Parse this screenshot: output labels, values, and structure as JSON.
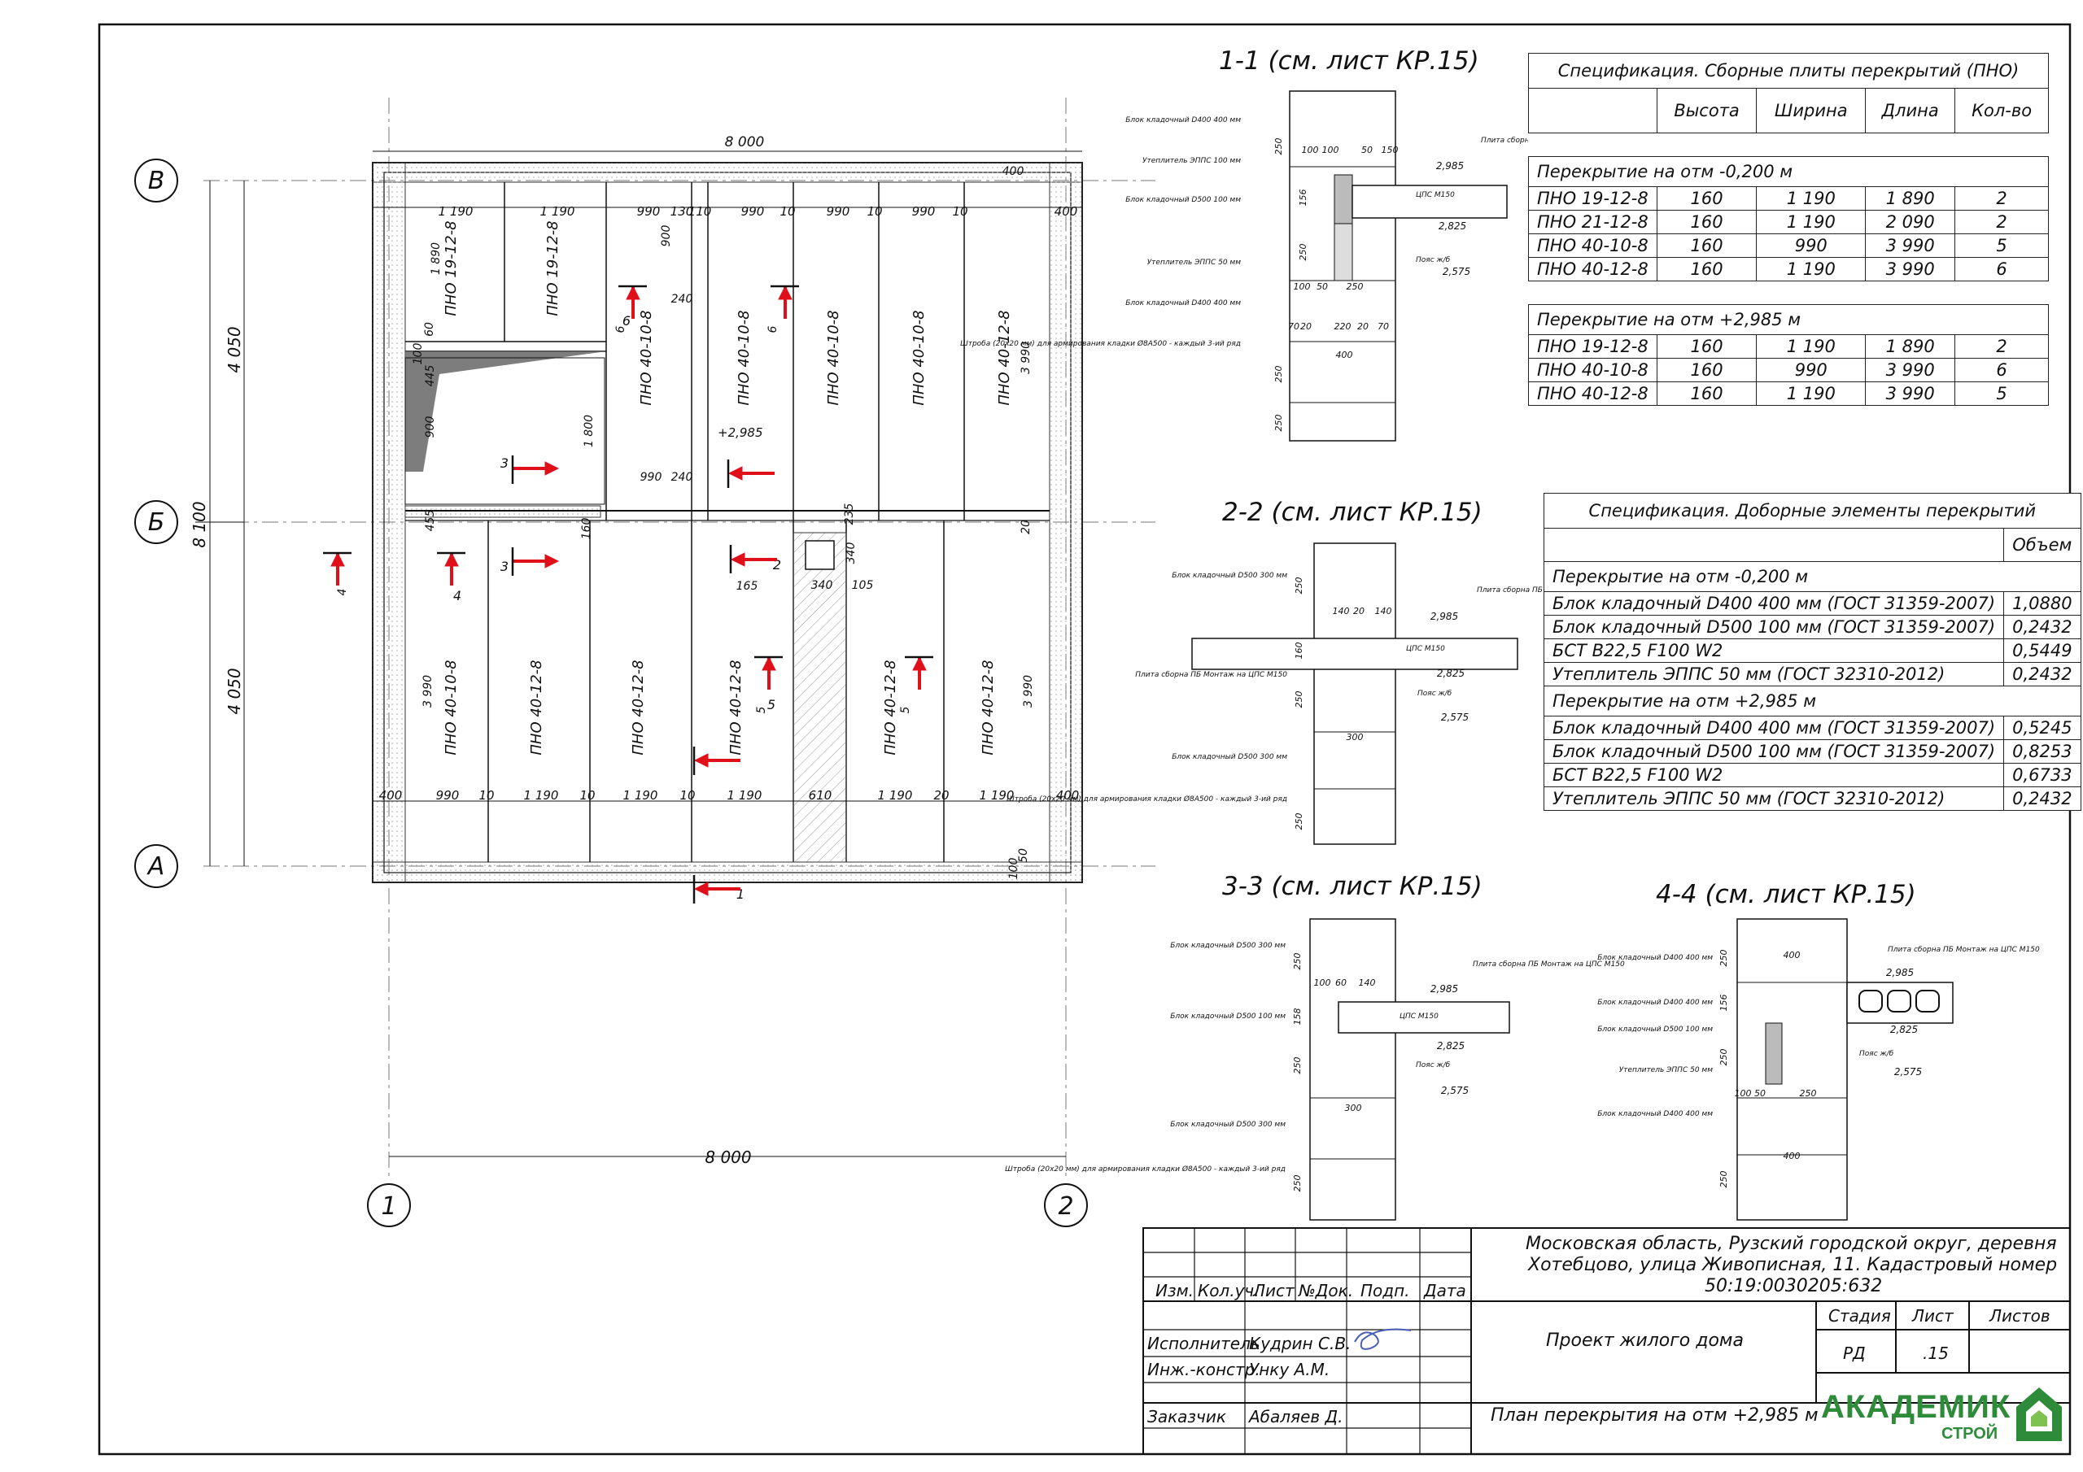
{
  "plan": {
    "top_dim": "8 000",
    "bottom_dim": "8 000",
    "left_dim_total": "8 100",
    "left_dim_top": "4 050",
    "left_dim_bottom": "4 050",
    "axes_rows": [
      "В",
      "Б",
      "А"
    ],
    "axes_cols": [
      "1",
      "2"
    ],
    "top_row_dims": [
      "1 190",
      "1 190",
      "990",
      "130",
      "110",
      "990",
      "10",
      "990",
      "10",
      "990",
      "10",
      "400"
    ],
    "bottom_row_dims": [
      "400",
      "990",
      "10",
      "1 190",
      "10",
      "1 190",
      "10",
      "1 190",
      "610",
      "1 190",
      "20",
      "1 190",
      "400"
    ],
    "top_slabs": [
      "ПНО 19-12-8",
      "ПНО 19-12-8",
      "ПНО 40-10-8",
      "ПНО 40-10-8",
      "ПНО 40-10-8",
      "ПНО 40-10-8",
      "ПНО 40-12-8"
    ],
    "bottom_slabs": [
      "ПНО 40-10-8",
      "ПНО 40-12-8",
      "ПНО 40-12-8",
      "ПНО 40-12-8",
      "ПНО 40-12-8",
      "ПНО 40-12-8"
    ],
    "misc_dims": [
      "1 890",
      "3 990",
      "3 990",
      "3 990",
      "900",
      "240",
      "1 800",
      "990",
      "240",
      "60",
      "445",
      "455",
      "900",
      "100",
      "235",
      "340",
      "165",
      "340",
      "105",
      "160",
      "20",
      "100",
      "50",
      "400",
      "4",
      "6",
      "6",
      "5",
      "5"
    ],
    "level_mark": "+2,985",
    "section_marks": [
      "1",
      "2",
      "3",
      "4",
      "5",
      "6"
    ]
  },
  "sections": {
    "s11": {
      "title": "1-1 (см. лист КР.15)",
      "labels": [
        "Блок кладочный D400 400 мм",
        "Утеплитель ЭППС 100 мм",
        "Блок кладочный D500 100 мм",
        "Утеплитель ЭППС 50 мм",
        "Блок кладочный D400 400 мм",
        "Штроба (20х20 мм) для армирования кладки Ø8А500 - каждый 3-ий ряд",
        "Плита сборна ПБ Монтаж на ЦПС М150",
        "ЦПС М150",
        "Пояс ж/б"
      ],
      "dims": [
        "250",
        "100",
        "100",
        "50",
        "150",
        "156",
        "250",
        "100",
        "50",
        "250",
        "70",
        "20",
        "220",
        "20",
        "70",
        "400",
        "250",
        "250"
      ],
      "marks": [
        "2,985",
        "2,825",
        "2,575"
      ]
    },
    "s22": {
      "title": "2-2 (см. лист КР.15)",
      "labels": [
        "Блок кладочный D500 300 мм",
        "Плита сборна ПБ Монтаж на ЦПС М150",
        "Плита сборна ПБ Монтаж на ЦПС М150",
        "ЦПС М150",
        "Пояс ж/б",
        "Блок кладочный D500 300 мм",
        "Штроба (20х20 мм) для армирования кладки Ø8А500 - каждый 3-ий ряд"
      ],
      "dims": [
        "250",
        "140",
        "20",
        "140",
        "160",
        "250",
        "300",
        "250"
      ],
      "marks": [
        "2,985",
        "2,825",
        "2,575"
      ]
    },
    "s33": {
      "title": "3-3 (см. лист КР.15)",
      "labels": [
        "Блок кладочный D500 300 мм",
        "Плита сборна ПБ Монтаж на ЦПС М150",
        "Блок кладочный D500 100 мм",
        "ЦПС М150",
        "Пояс ж/б",
        "Блок кладочный D500 300 мм",
        "Штроба (20х20 мм) для армирования кладки Ø8А500 - каждый 3-ий ряд"
      ],
      "dims": [
        "250",
        "100",
        "60",
        "140",
        "158",
        "250",
        "300",
        "250"
      ],
      "marks": [
        "2,985",
        "2,825",
        "2,575"
      ]
    },
    "s44": {
      "title": "4-4 (см. лист КР.15)",
      "labels": [
        "Блок кладочный D400 400 мм",
        "Плита сборна ПБ Монтаж на ЦПС М150",
        "Блок кладочный D400 400 мм",
        "Блок кладочный D500 100 мм",
        "Пояс ж/б",
        "Утеплитель ЭППС 50 мм",
        "Блок кладочный D400 400 мм"
      ],
      "dims": [
        "250",
        "400",
        "156",
        "250",
        "100",
        "50",
        "250",
        "400",
        "250"
      ],
      "marks": [
        "2,985",
        "2,825",
        "2,575"
      ]
    }
  },
  "spec1": {
    "title": "Спецификация. Сборные плиты перекрытий (ПНО)",
    "headers": [
      "",
      "Высота",
      "Ширина",
      "Длина",
      "Кол-во"
    ],
    "group1": "Перекрытие на отм -0,200 м",
    "rows1": [
      [
        "ПНО 19-12-8",
        "160",
        "1 190",
        "1 890",
        "2"
      ],
      [
        "ПНО 21-12-8",
        "160",
        "1 190",
        "2 090",
        "2"
      ],
      [
        "ПНО 40-10-8",
        "160",
        "990",
        "3 990",
        "5"
      ],
      [
        "ПНО 40-12-8",
        "160",
        "1 190",
        "3 990",
        "6"
      ]
    ],
    "group2": "Перекрытие на отм +2,985 м",
    "rows2": [
      [
        "ПНО 19-12-8",
        "160",
        "1 190",
        "1 890",
        "2"
      ],
      [
        "ПНО 40-10-8",
        "160",
        "990",
        "3 990",
        "6"
      ],
      [
        "ПНО 40-12-8",
        "160",
        "1 190",
        "3 990",
        "5"
      ]
    ]
  },
  "spec2": {
    "title": "Спецификация. Доборные элементы перекрытий",
    "header": "Объем",
    "group1": "Перекрытие на отм -0,200 м",
    "rows1": [
      [
        "Блок кладочный D400 400 мм (ГОСТ 31359-2007)",
        "1,0880"
      ],
      [
        "Блок кладочный D500 100 мм (ГОСТ 31359-2007)",
        "0,2432"
      ],
      [
        "БСТ В22,5 F100 W2",
        "0,5449"
      ],
      [
        "Утеплитель ЭППС 50 мм (ГОСТ 32310-2012)",
        "0,2432"
      ]
    ],
    "group2": "Перекрытие на отм +2,985 м",
    "rows2": [
      [
        "Блок кладочный D400 400 мм (ГОСТ 31359-2007)",
        "0,5245"
      ],
      [
        "Блок кладочный D500 100 мм (ГОСТ 31359-2007)",
        "0,8253"
      ],
      [
        "БСТ В22,5 F100 W2",
        "0,6733"
      ],
      [
        "Утеплитель ЭППС 50 мм (ГОСТ 32310-2012)",
        "0,2432"
      ]
    ]
  },
  "stamp": {
    "address": [
      "Московская область, Рузский городской округ, деревня",
      "Хотебцово, улица Живописная, 11.  Кадастровый номер",
      "50:19:0030205:632"
    ],
    "headers": [
      "Изм.",
      "Кол.уч.",
      "Лист",
      "№Док.",
      "Подп.",
      "Дата"
    ],
    "executor_label": "Исполнитель",
    "executor": "Кудрин С.В.",
    "engineer_label": "Инж.-констр.",
    "engineer": "Унку А.М.",
    "client_label": "Заказчик",
    "client": "Абаляев Д.",
    "project": "Проект жилого дома",
    "sheet_title": "План перекрытия на отм +2,985 м",
    "stage_label": "Стадия",
    "sheet_label": "Лист",
    "sheets_label": "Листов",
    "stage": "РД",
    "sheet": ".15",
    "logo_main": "АКАДЕМИК",
    "logo_sub": "СТРОЙ",
    "logo_color": "#2e8b3a"
  },
  "colors": {
    "cut_arrow": "#e0101a",
    "line": "#111111"
  }
}
